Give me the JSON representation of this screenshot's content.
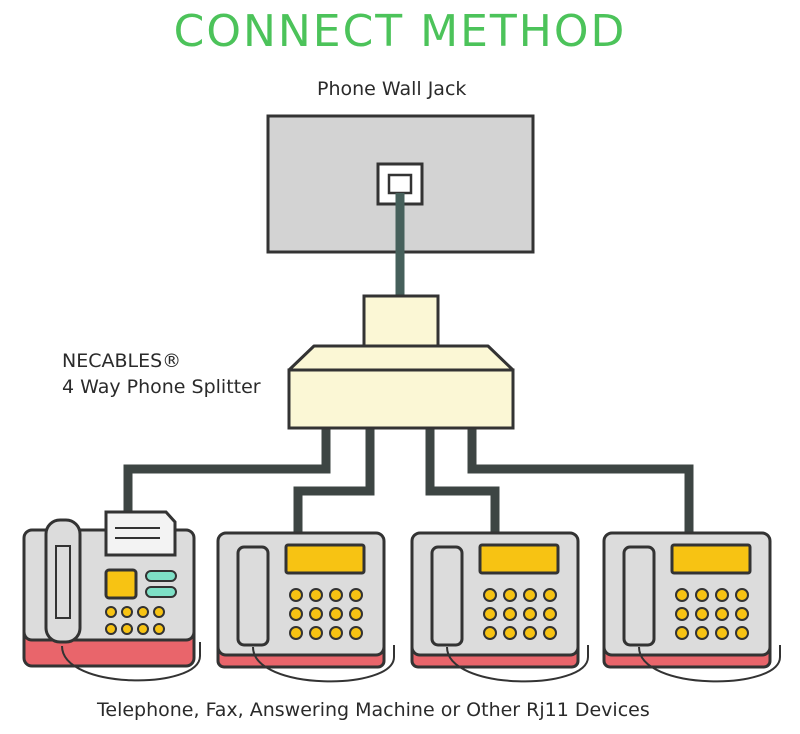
{
  "title": "CONNECT METHOD",
  "labels": {
    "wall_jack": "Phone Wall Jack",
    "brand": "NECABLES®",
    "splitter": "4 Way Phone Splitter",
    "devices": "Telephone, Fax, Answering Machine or Other Rj11 Devices"
  },
  "colors": {
    "title": "#4cc35a",
    "outline": "#333333",
    "cable": "#3d4543",
    "jack_cable": "#46605b",
    "wall_plate": "#d3d3d3",
    "splitter": "#fbf7d5",
    "device_body": "#dcdcdc",
    "device_base": "#e9656b",
    "screen": "#f7c313",
    "keys": "#f7c313",
    "fax_buttons": "#7ee0c6",
    "paper": "#f3f3f3"
  },
  "devices": [
    {
      "type": "fax",
      "icon": "fax-machine-icon"
    },
    {
      "type": "telephone",
      "icon": "desk-phone-icon"
    },
    {
      "type": "telephone",
      "icon": "desk-phone-icon"
    },
    {
      "type": "telephone",
      "icon": "desk-phone-icon"
    }
  ]
}
